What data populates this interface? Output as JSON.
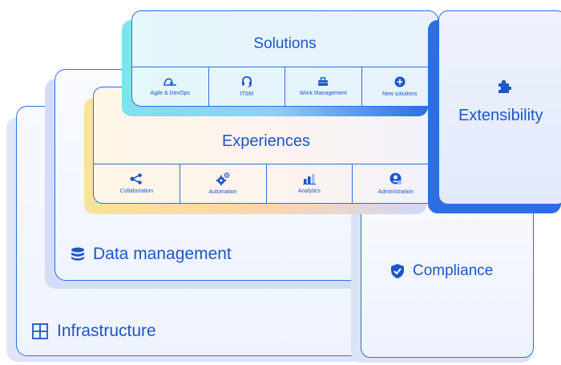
{
  "colors": {
    "accent": "#1868db",
    "border": "#2f6ee3",
    "solutions_shadow": "#7fe3ee",
    "experiences_shadow": "#f8e39a"
  },
  "infrastructure": {
    "label": "Infrastructure",
    "icon": "grid-icon"
  },
  "data_management": {
    "label": "Data management",
    "icon": "database-icon"
  },
  "compliance": {
    "label": "Compliance",
    "icon": "shield-icon"
  },
  "extensibility": {
    "label": "Extensibility",
    "icon": "puzzle-icon"
  },
  "experiences": {
    "title": "Experiences",
    "items": [
      {
        "label": "Collaboration",
        "icon": "share-icon"
      },
      {
        "label": "Automation",
        "icon": "gears-icon"
      },
      {
        "label": "Analytics",
        "icon": "bar-chart-icon"
      },
      {
        "label": "Administration",
        "icon": "admin-user-icon"
      }
    ]
  },
  "solutions": {
    "title": "Solutions",
    "items": [
      {
        "label": "Agile & DevOps",
        "icon": "loop-icon"
      },
      {
        "label": "ITSM",
        "icon": "headset-icon"
      },
      {
        "label": "Work Management",
        "icon": "briefcase-icon"
      },
      {
        "label": "New solutions",
        "icon": "plus-circle-icon"
      }
    ]
  }
}
